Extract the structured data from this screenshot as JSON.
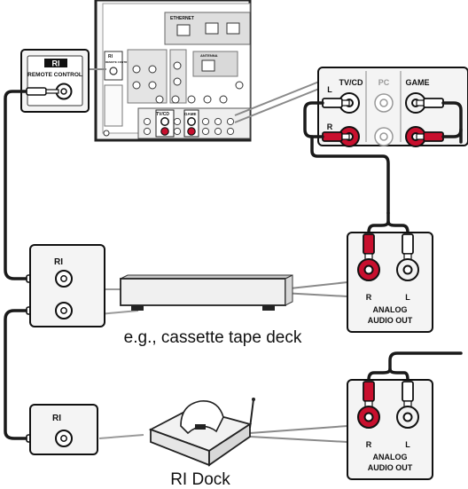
{
  "receiver_panel": {
    "ri_header": "RI",
    "ri_small": "REMOTE CONTROL",
    "ethernet": "ETHERNET",
    "antenna": "ANTENNA",
    "jack_labels": [
      "TV/CD",
      "GAME"
    ]
  },
  "ri_callout": {
    "logo": "RI",
    "label": "REMOTE CONTROL"
  },
  "input_callout": {
    "channels": [
      {
        "label": "TV/CD",
        "active": true
      },
      {
        "label": "PC",
        "active": false
      },
      {
        "label": "GAME",
        "active": true
      }
    ],
    "left": "L",
    "right": "R"
  },
  "ri_panels": [
    {
      "logo": "RI",
      "jacks": 2
    },
    {
      "logo": "RI",
      "jacks": 1
    }
  ],
  "devices": [
    {
      "caption": "e.g., cassette tape deck",
      "output": {
        "right": "R",
        "left": "L",
        "line1": "ANALOG",
        "line2": "AUDIO OUT"
      }
    },
    {
      "caption": "RI Dock",
      "output": {
        "right": "R",
        "left": "L",
        "line1": "ANALOG",
        "line2": "AUDIO OUT"
      }
    }
  ],
  "colors": {
    "red_jack": "#c8102e",
    "white_jack": "#f2f2f2",
    "panel_bg": "#f4f4f4",
    "panel_border": "#111111",
    "leader_line": "#888888",
    "cable": "#1a1a1a"
  }
}
